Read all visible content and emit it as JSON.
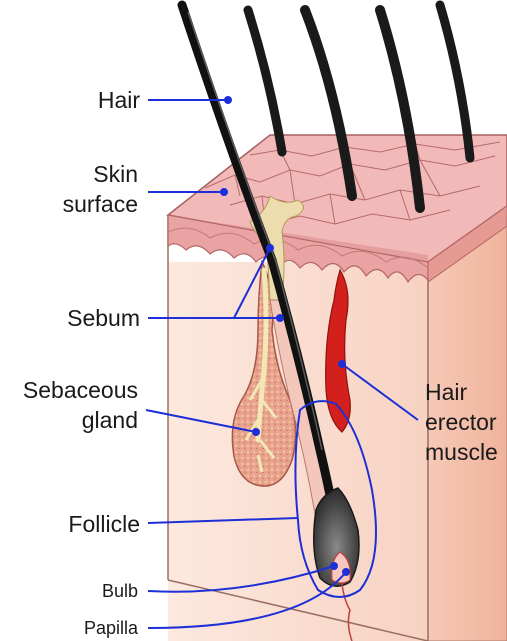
{
  "labels": {
    "hair": "Hair",
    "skin_surface_line1": "Skin",
    "skin_surface_line2": "surface",
    "sebum": "Sebum",
    "sebaceous_gland_line1": "Sebaceous",
    "sebaceous_gland_line2": "gland",
    "follicle": "Follicle",
    "bulb": "Bulb",
    "papilla": "Papilla",
    "hair_erector_line1": "Hair",
    "hair_erector_line2": "erector",
    "hair_erector_line3": "muscle"
  },
  "colors": {
    "leader": "#1d2fd6",
    "skin_top": "#f0b8b8",
    "skin_body": "#fbe3d8",
    "muscle": "#d4201c",
    "hair": "#111111",
    "sebum": "#ecdcae",
    "gland": "#e6a08f"
  }
}
